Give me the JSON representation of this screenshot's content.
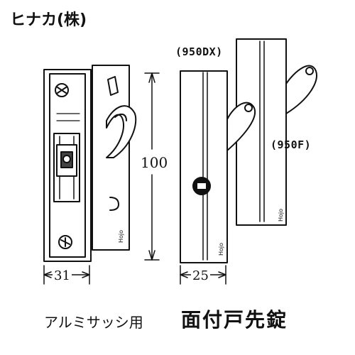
{
  "labels": {
    "manufacturer": "ヒナカ(株)",
    "model_a": "(950DX)",
    "model_b": "(950F)",
    "height": "100",
    "width_a": "31",
    "width_b": "25",
    "caption_left": "アルミサッシ用",
    "caption_right": "面付戸先錠"
  },
  "stamps": {
    "brand_text": "Hojo"
  }
}
